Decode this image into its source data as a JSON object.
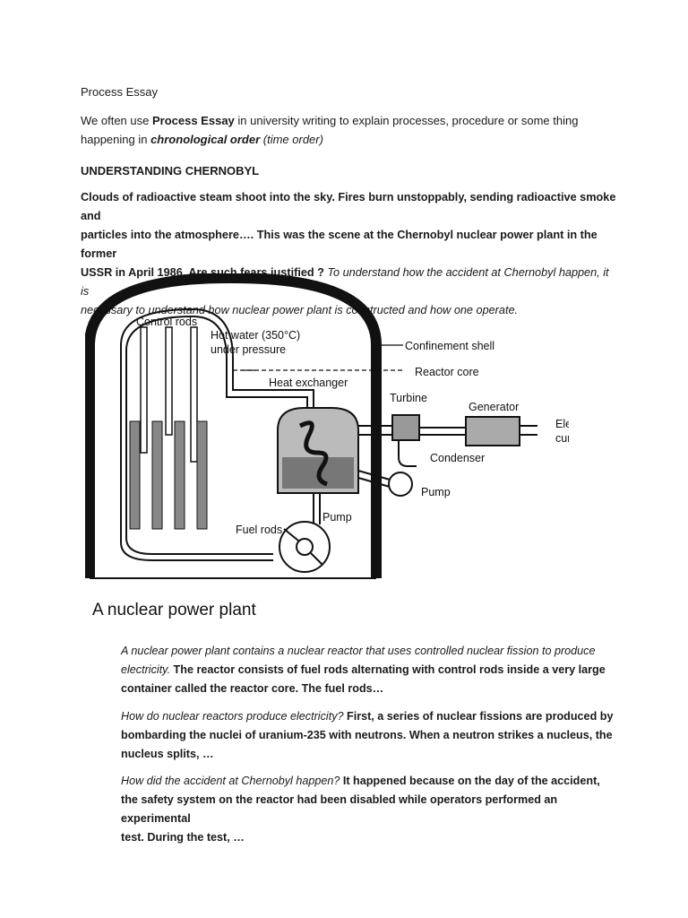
{
  "heading": "Process Essay",
  "intro": {
    "a": "We often use ",
    "b": "Process Essay",
    "c": " in university writing to explain processes, procedure or some thing",
    "d": "happening in ",
    "e": "chronological order",
    "f": "  (time order)"
  },
  "section_title": "UNDERSTANDING CHERNOBYL",
  "para1": {
    "l1": "Clouds of radioactive steam shoot into the sky. Fires  burn unstoppably, sending radioactive smoke and",
    "l2": "particles into the  atmosphere…. This  was the scene at the Chernobyl nuclear power plant in the former",
    "l3a": "USSR in April 1986. Are such fears justified ? ",
    "l3b": "To understand how the accident at Chernobyl happen, it is",
    "l4": "necessary to understand how nuclear power plant is constructed and how one operate."
  },
  "figure": {
    "caption": "A nuclear power plant",
    "labels": {
      "control_rods": "Control rods",
      "hot_water_1": "Hot water (350°C)",
      "hot_water_2": "under pressure",
      "confinement": "Confinement shell",
      "reactor_core": "Reactor core",
      "heat_exchanger": "Heat exchanger",
      "turbine": "Turbine",
      "generator": "Generator",
      "electric_1": "Electric",
      "electric_2": "current",
      "condenser": "Condenser",
      "pump_right": "Pump",
      "pump_bottom": "Pump",
      "fuel_rods": "Fuel rods"
    }
  },
  "p_a": {
    "i1": "A nuclear power plant contains a nuclear reactor that uses controlled nuclear fission to produce",
    "i2": "electricity.",
    "b2": " The reactor consists of fuel rods alternating with control rods inside a very large",
    "b3": "container called the reactor core. The fuel rods…"
  },
  "p_b": {
    "i1": "How do nuclear reactors produce electricity?",
    "b1": "  First, a series of nuclear fissions are produced by",
    "b2": "bombarding  the nuclei of uranium-235 with neutrons. When a neutron strikes a nucleus, the",
    "b3": "nucleus splits, …"
  },
  "p_c": {
    "i1": "How did the accident  at Chernobyl happen?",
    "b1": "  It happened because on the day of the accident,",
    "b2": "the safety system on the reactor had been disabled while operators performed  an experimental",
    "b3": "test. During the test, …"
  }
}
